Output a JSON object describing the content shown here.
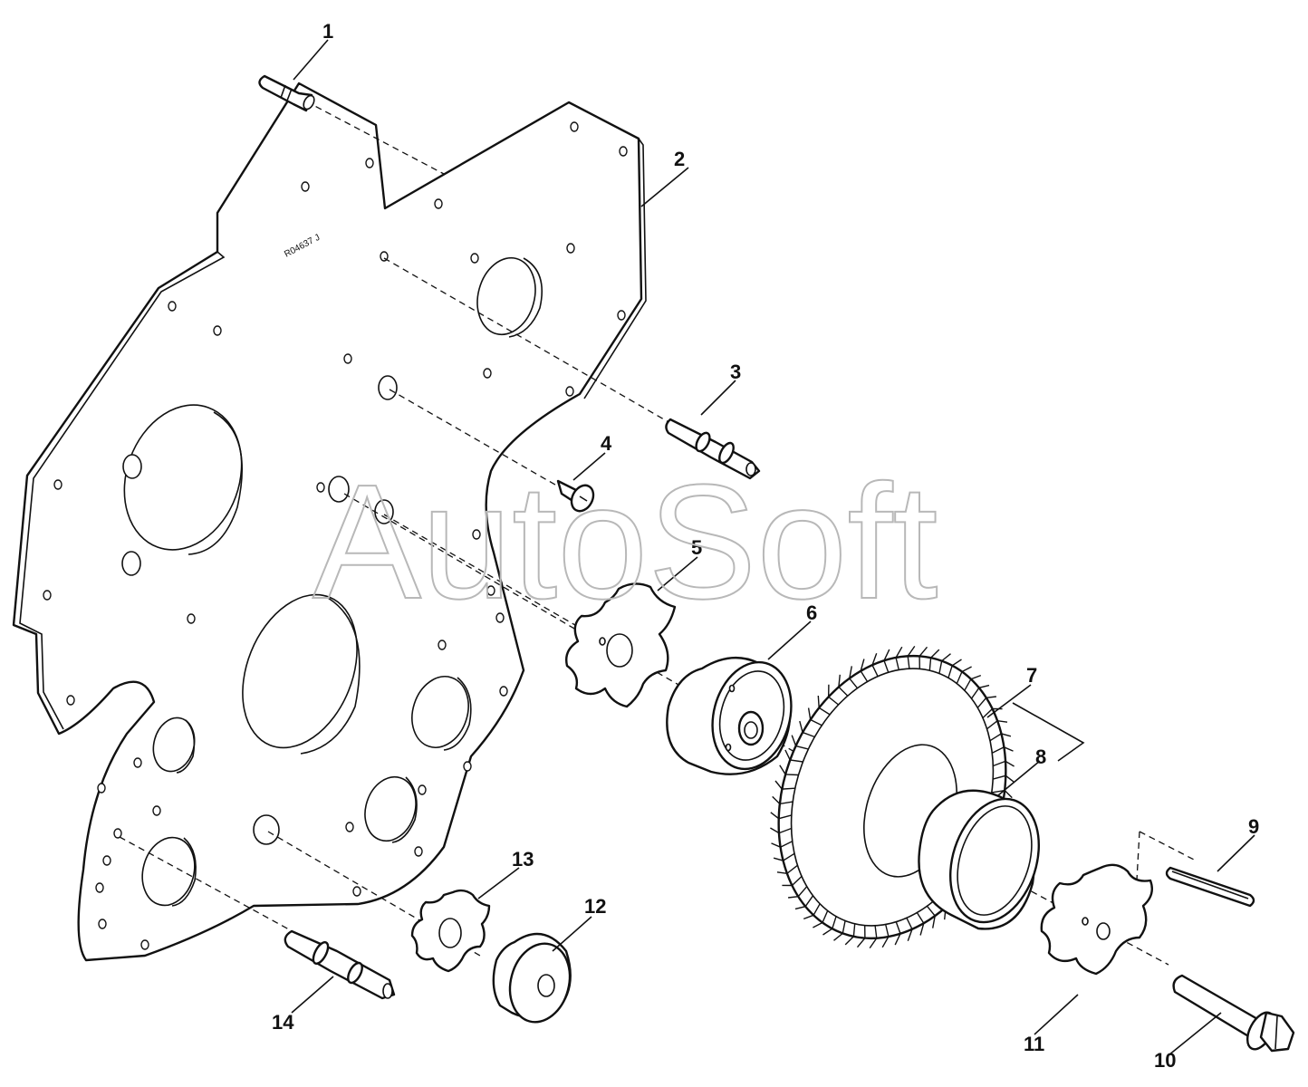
{
  "watermark": "AutoSoft",
  "plate_stamp": "R04637 J",
  "callouts": [
    {
      "id": "callout-1",
      "label": "1"
    },
    {
      "id": "callout-2",
      "label": "2"
    },
    {
      "id": "callout-3",
      "label": "3"
    },
    {
      "id": "callout-4",
      "label": "4"
    },
    {
      "id": "callout-5",
      "label": "5"
    },
    {
      "id": "callout-6",
      "label": "6"
    },
    {
      "id": "callout-7",
      "label": "7"
    },
    {
      "id": "callout-8",
      "label": "8"
    },
    {
      "id": "callout-9",
      "label": "9"
    },
    {
      "id": "callout-10",
      "label": "10"
    },
    {
      "id": "callout-11",
      "label": "11"
    },
    {
      "id": "callout-12",
      "label": "12"
    },
    {
      "id": "callout-13",
      "label": "13"
    },
    {
      "id": "callout-14",
      "label": "14"
    }
  ]
}
